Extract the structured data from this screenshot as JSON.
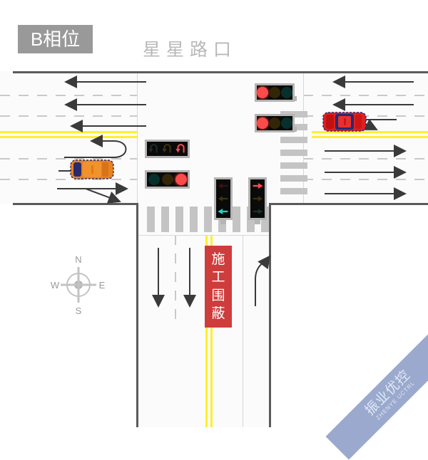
{
  "header": {
    "phase_badge": "B相位",
    "phase_badge_bg": "#999999",
    "intersection_title": "星星路口",
    "title_color": "#b8b8b8"
  },
  "compass": {
    "north": "N",
    "east": "E",
    "south": "S",
    "west": "W",
    "color": "#9a9a9a"
  },
  "barrier": {
    "char1": "施",
    "char2": "工",
    "char3": "围",
    "char4": "蔽",
    "bg": "#cf3c3c",
    "text_color": "#ffffff"
  },
  "watermark": {
    "cn": "振业优控",
    "en": "ZHENYE UCTRL",
    "bg": "#9aa9cd"
  },
  "signals": [
    {
      "id": "north-east-through-signal",
      "orientation": "horizontal",
      "type": "ball",
      "lamps": [
        "red-on",
        "amber-off",
        "green-off"
      ]
    },
    {
      "id": "east-approach-through-signal",
      "orientation": "horizontal",
      "type": "ball",
      "lamps": [
        "red-on",
        "amber-off",
        "green-off"
      ]
    },
    {
      "id": "west-uturn-signal",
      "orientation": "horizontal",
      "type": "uturn-arrow",
      "lamps": [
        "green-off",
        "amber-off",
        "red-on"
      ]
    },
    {
      "id": "west-through-signal",
      "orientation": "horizontal",
      "type": "ball",
      "lamps": [
        "green-off",
        "amber-off",
        "red-on"
      ]
    },
    {
      "id": "south-left-turn-signal",
      "orientation": "vertical",
      "type": "left-arrow",
      "lamps": [
        "red-off",
        "amber-off",
        "green-on"
      ]
    },
    {
      "id": "south-right-turn-signal",
      "orientation": "vertical",
      "type": "right-arrow",
      "lamps": [
        "red-on",
        "amber-off",
        "green-off"
      ]
    }
  ],
  "vehicles": [
    {
      "id": "west-orange-car",
      "color": "#e8821e",
      "window_color": "#2a2a6e",
      "heading": "east"
    },
    {
      "id": "east-red-car",
      "color": "#e02020",
      "window_color": "#2a2a6e",
      "heading": "east"
    }
  ],
  "road": {
    "surface_color": "#fbfbfb",
    "edge_color": "#5a5a5a",
    "lane_dash_color": "#c9c9c9",
    "center_line_color": "#ffef2e",
    "crosswalk_color": "#c4c4c4",
    "arrow_color": "#3a3a3a"
  },
  "lane_movements": {
    "west_arm_outbound": [
      "left",
      "left",
      "left"
    ],
    "west_arm_inbound": [
      "u-turn",
      "through",
      "through-right"
    ],
    "east_arm_inbound": [
      "left",
      "left",
      "left-right"
    ],
    "east_arm_outbound": [
      "through",
      "through",
      "through"
    ],
    "south_arm_outbound": [
      "through",
      "through"
    ],
    "south_arm_inbound": [
      "left"
    ]
  }
}
